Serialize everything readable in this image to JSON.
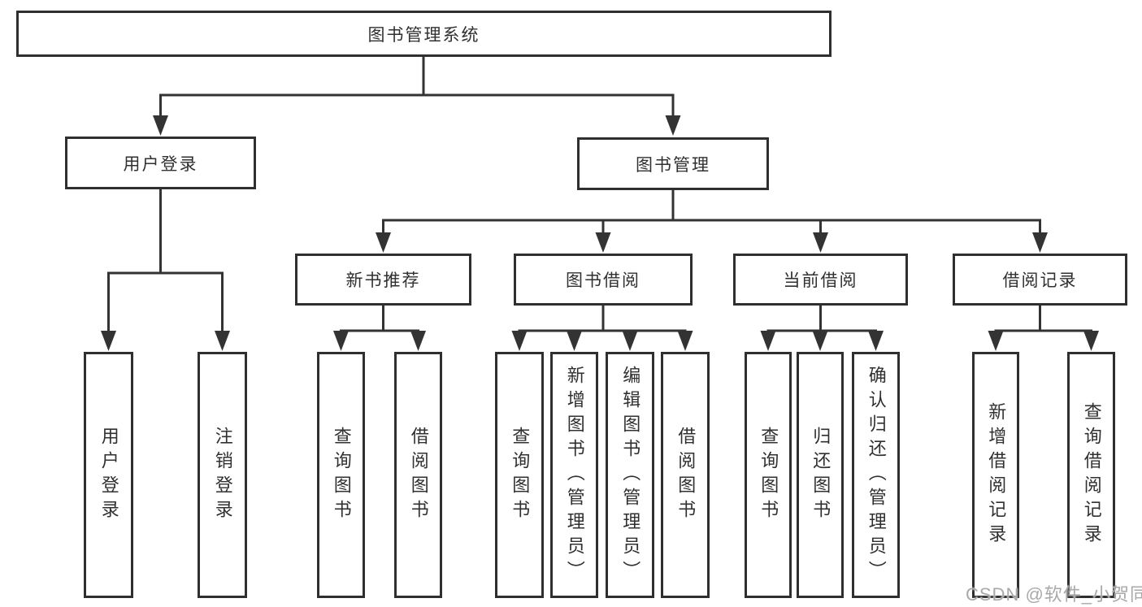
{
  "tree": {
    "label": "图书管理系统",
    "children": [
      {
        "label": "用户登录",
        "children": [
          {
            "label": "用户登录"
          },
          {
            "label": "注销登录"
          }
        ]
      },
      {
        "label": "图书管理",
        "children": [
          {
            "label": "新书推荐",
            "children": [
              {
                "label": "查询图书"
              },
              {
                "label": "借阅图书"
              }
            ]
          },
          {
            "label": "图书借阅",
            "children": [
              {
                "label": "查询图书"
              },
              {
                "label": "新增图书（管理员）"
              },
              {
                "label": "编辑图书（管理员）"
              },
              {
                "label": "借阅图书"
              }
            ]
          },
          {
            "label": "当前借阅",
            "children": [
              {
                "label": "查询图书"
              },
              {
                "label": "归还图书"
              },
              {
                "label": "确认归还（管理员）"
              }
            ]
          },
          {
            "label": "借阅记录",
            "children": [
              {
                "label": "新增借阅记录"
              },
              {
                "label": "查询借阅记录"
              }
            ]
          }
        ]
      }
    ]
  },
  "watermark": "CSDN @软件_小贺同学",
  "colors": {
    "line": "#333333",
    "box_border": "#2f2f2f",
    "text": "#303030",
    "watermark": "#a9a9a9",
    "background": "#ffffff"
  }
}
